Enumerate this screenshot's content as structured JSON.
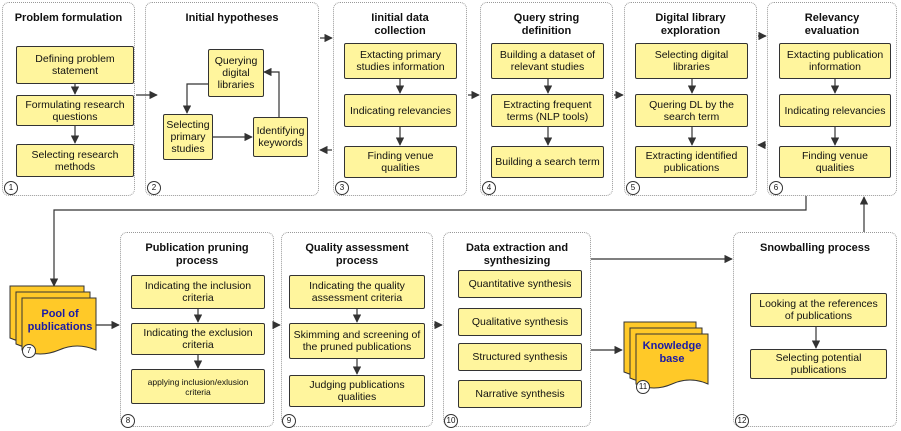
{
  "panels": [
    {
      "title": "Problem formulation",
      "number": "1",
      "boxes": [
        "Defining problem statement",
        "Formulating research questions",
        "Selecting research methods"
      ]
    },
    {
      "title": "Initial hypotheses",
      "number": "2",
      "boxes": [
        "Querying digital libraries",
        "Selecting primary studies",
        "Identifying keywords"
      ]
    },
    {
      "title": "Iinitial data collection",
      "number": "3",
      "boxes": [
        "Extacting primary studies information",
        "Indicating relevancies",
        "Finding venue qualities"
      ]
    },
    {
      "title": "Query string definition",
      "number": "4",
      "boxes": [
        "Building a dataset of relevant studies",
        "Extracting frequent terms (NLP tools)",
        "Building a search term"
      ]
    },
    {
      "title": "Digital library exploration",
      "number": "5",
      "boxes": [
        "Selecting digital libraries",
        "Quering DL by the search term",
        "Extracting identified publications"
      ]
    },
    {
      "title": "Relevancy evaluation",
      "number": "6",
      "boxes": [
        "Extacting publication information",
        "Indicating relevancies",
        "Finding venue qualities"
      ]
    },
    {
      "title": "Publication pruning process",
      "number": "8",
      "boxes": [
        "Indicating the inclusion criteria",
        "Indicating the exclusion criteria",
        "applying inclusion/exlusion criteria"
      ]
    },
    {
      "title": "Quality assessment process",
      "number": "9",
      "boxes": [
        "Indicating the quality assessment criteria",
        "Skimming and screening of the pruned publications",
        "Judging publications qualities"
      ]
    },
    {
      "title": "Data extraction and synthesizing",
      "number": "10",
      "boxes": [
        "Quantitative synthesis",
        "Qualitative synthesis",
        "Structured synthesis",
        "Narrative synthesis"
      ]
    },
    {
      "title": "Snowballing process",
      "number": "12",
      "boxes": [
        "Looking at the references of publications",
        "Selecting potential publications"
      ]
    }
  ],
  "pool": {
    "label": "Pool of publications",
    "number": "7",
    "color": "#ffc928"
  },
  "knowledge": {
    "label": "Knowledge base",
    "number": "11",
    "color": "#ffc928"
  },
  "colors": {
    "box_fill": "#fff59d",
    "stroke": "#333333",
    "panel_border": "#999999"
  }
}
